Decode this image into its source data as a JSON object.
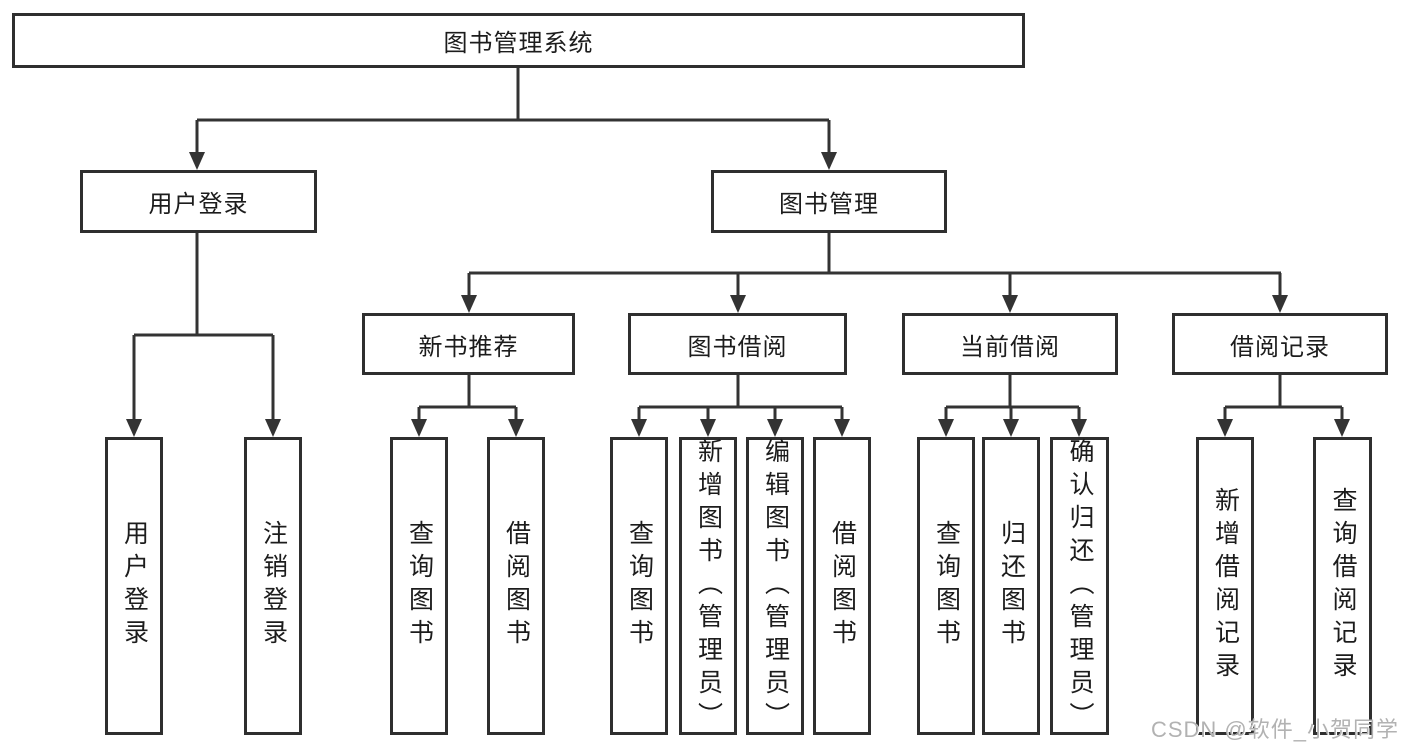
{
  "colors": {
    "line": "#333333",
    "box_border": "#2f2f2f",
    "text": "#1c1c1c",
    "watermark": "#b2b2b2",
    "background": "#ffffff"
  },
  "watermark": {
    "text": "CSDN @软件_小贺同学"
  },
  "tree": {
    "root": {
      "label": "图书管理系统"
    },
    "children": [
      {
        "label": "用户登录",
        "children": [
          {
            "label": "用户登录"
          },
          {
            "label": "注销登录"
          }
        ]
      },
      {
        "label": "图书管理",
        "children": [
          {
            "label": "新书推荐",
            "children": [
              {
                "label": "查询图书"
              },
              {
                "label": "借阅图书"
              }
            ]
          },
          {
            "label": "图书借阅",
            "children": [
              {
                "label": "查询图书"
              },
              {
                "label": "新增图书（管理员）"
              },
              {
                "label": "编辑图书（管理员）"
              },
              {
                "label": "借阅图书"
              }
            ]
          },
          {
            "label": "当前借阅",
            "children": [
              {
                "label": "查询图书"
              },
              {
                "label": "归还图书"
              },
              {
                "label": "确认归还（管理员）"
              }
            ]
          },
          {
            "label": "借阅记录",
            "children": [
              {
                "label": "新增借阅记录"
              },
              {
                "label": "查询借阅记录"
              }
            ]
          }
        ]
      }
    ]
  }
}
